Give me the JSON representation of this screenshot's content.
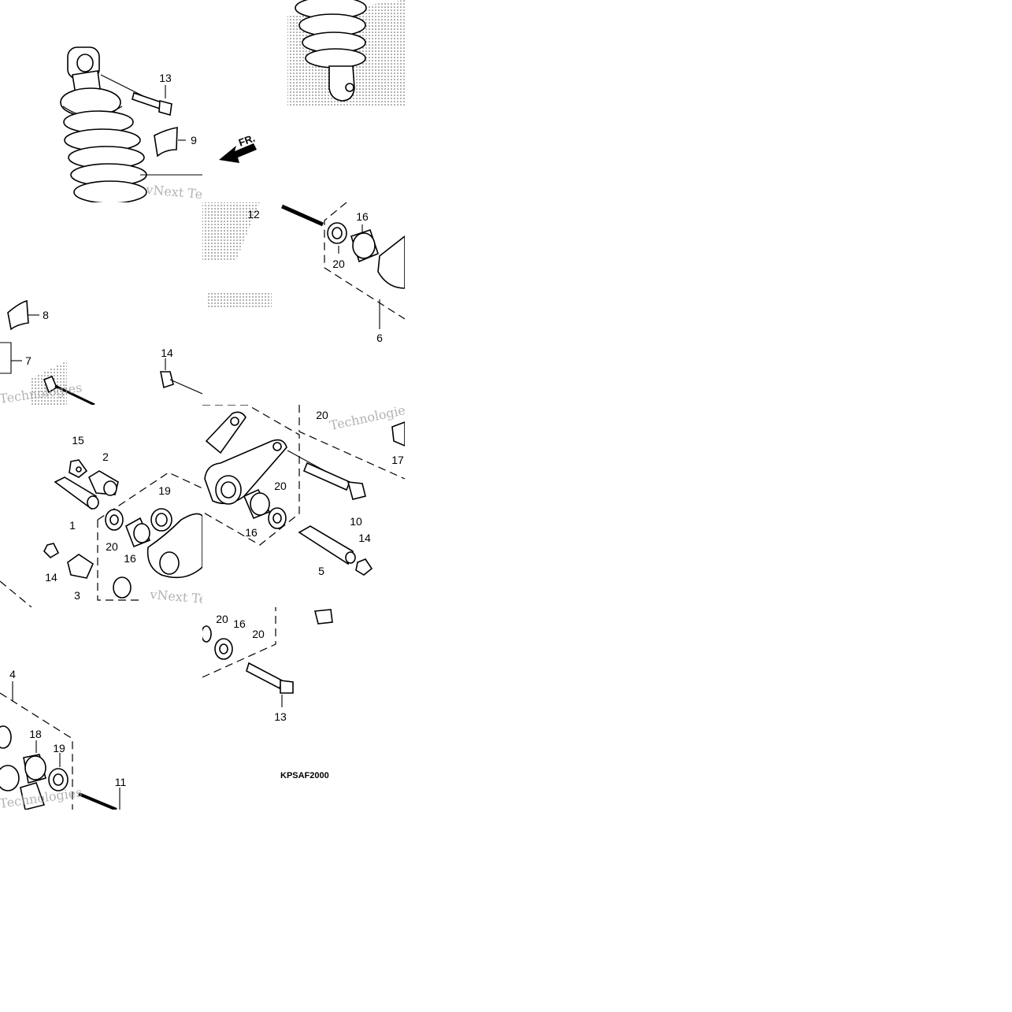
{
  "diagram": {
    "code": "KPSAF2000",
    "direction": "FR.",
    "watermark": "vNext Technologies",
    "callouts": [
      "13",
      "9",
      "12",
      "16",
      "20",
      "6",
      "8",
      "7",
      "14",
      "20",
      "15",
      "2",
      "19",
      "1",
      "20",
      "16",
      "20",
      "10",
      "16",
      "14",
      "5",
      "3",
      "17",
      "14",
      "20",
      "16",
      "20",
      "13",
      "4",
      "18",
      "19",
      "11"
    ]
  }
}
